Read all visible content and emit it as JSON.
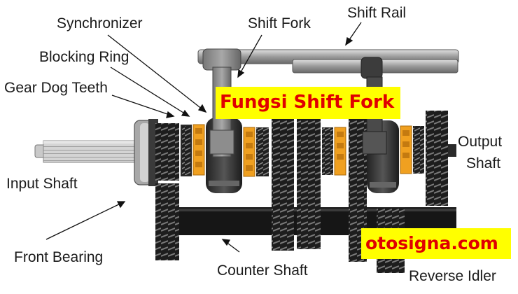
{
  "title": "Fungsi Shift Fork",
  "watermark": "otosigna.com",
  "labels": {
    "synchronizer": "Synchronizer",
    "blocking_ring": "Blocking Ring",
    "gear_dog_teeth": "Gear Dog Teeth",
    "shift_fork": "Shift Fork",
    "shift_rail": "Shift Rail",
    "input_shaft": "Input Shaft",
    "front_bearing": "Front Bearing",
    "counter_shaft": "Counter Shaft",
    "output_shaft": "Output Shaft",
    "reverse_idler": "Reverse Idler"
  },
  "colors": {
    "badge_background": "#ffff00",
    "title_text": "#e00000",
    "metal_dark": "#2a2a2a",
    "metal_light": "#c8c8c8",
    "synchro_orange": "#f0a020"
  }
}
